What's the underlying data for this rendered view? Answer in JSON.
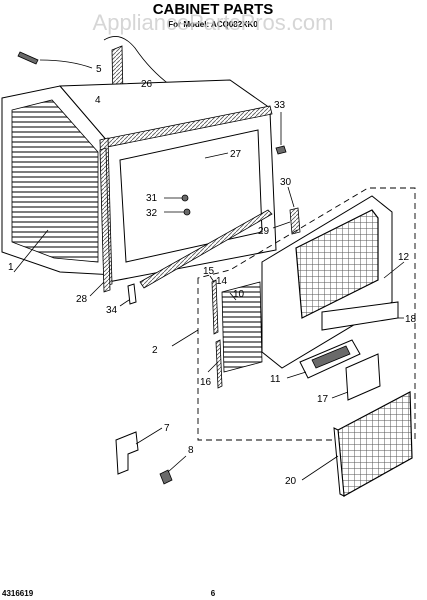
{
  "header": {
    "title": "CABINET PARTS",
    "subtitle": "For Model: ACQ082XK0"
  },
  "watermark": "AppliancePartsPros.com",
  "footer": {
    "left_code": "4316619",
    "page_number": "6"
  },
  "callouts": {
    "c1": "1",
    "c2": "2",
    "c4": "4",
    "c5": "5",
    "c7": "7",
    "c8": "8",
    "c10": "10",
    "c11": "11",
    "c12": "12",
    "c14": "14",
    "c15": "15",
    "c16": "16",
    "c17": "17",
    "c18": "18",
    "c20": "20",
    "c26": "26",
    "c27": "27",
    "c28": "28",
    "c29": "29",
    "c30": "30",
    "c31": "31",
    "c32": "32",
    "c33": "33",
    "c34": "34"
  }
}
